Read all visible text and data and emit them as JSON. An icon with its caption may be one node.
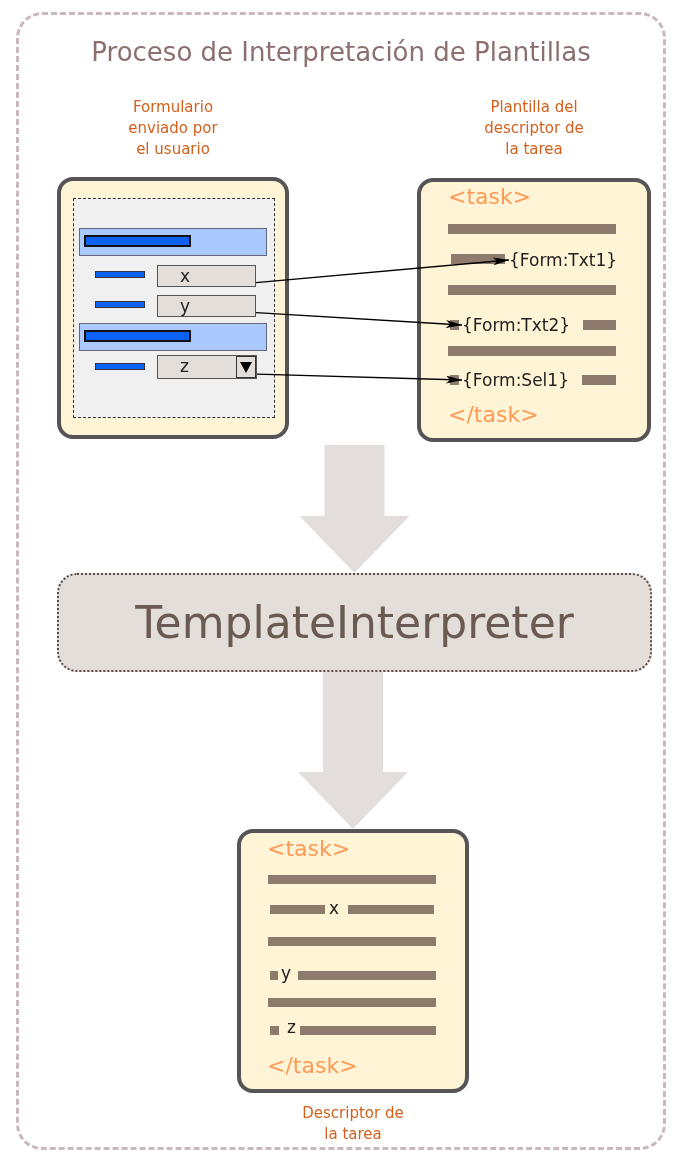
{
  "diagram": {
    "nodes": [
      {
        "text": [
          "Proceso de Interpretación de Plantillas"
        ]
      },
      {
        "text": [
          "Formulario enviado por el usuario"
        ],
        "in": 0
      },
      {
        "text": [
          "x"
        ],
        "in": 1
      },
      {
        "text": [
          "y"
        ],
        "in": 1
      },
      {
        "text": [
          "z"
        ],
        "in": 1
      },
      {
        "text": [
          "Plantilla del descriptor de la tarea",
          "<task>",
          "</task>"
        ],
        "in": 0
      },
      {
        "text": [
          "{Form:Txt1}"
        ],
        "in": 5
      },
      {
        "text": [
          "{Form:Txt2}"
        ],
        "in": 5
      },
      {
        "text": [
          "{Form:Sel1}"
        ],
        "in": 5
      },
      {
        "text": [
          "TemplateInterpreter"
        ],
        "in": 0
      },
      {
        "text": [
          "<task>",
          "x",
          "y",
          "z",
          "</task>"
        ],
        "beside": [
          "Descriptor de la tarea"
        ],
        "in": 0
      }
    ],
    "edges": [
      {
        "from": 2,
        "to": 6,
        "arrow": "to"
      },
      {
        "from": 3,
        "to": 7,
        "arrow": "to"
      },
      {
        "from": 4,
        "to": 8,
        "arrow": "to"
      },
      {
        "from": null,
        "to": 9,
        "arrow": "to",
        "style": "thick",
        "color": "#e3dedb"
      },
      {
        "from": 9,
        "to": 10,
        "arrow": "to",
        "style": "thick",
        "color": "#e3dedb"
      }
    ]
  }
}
